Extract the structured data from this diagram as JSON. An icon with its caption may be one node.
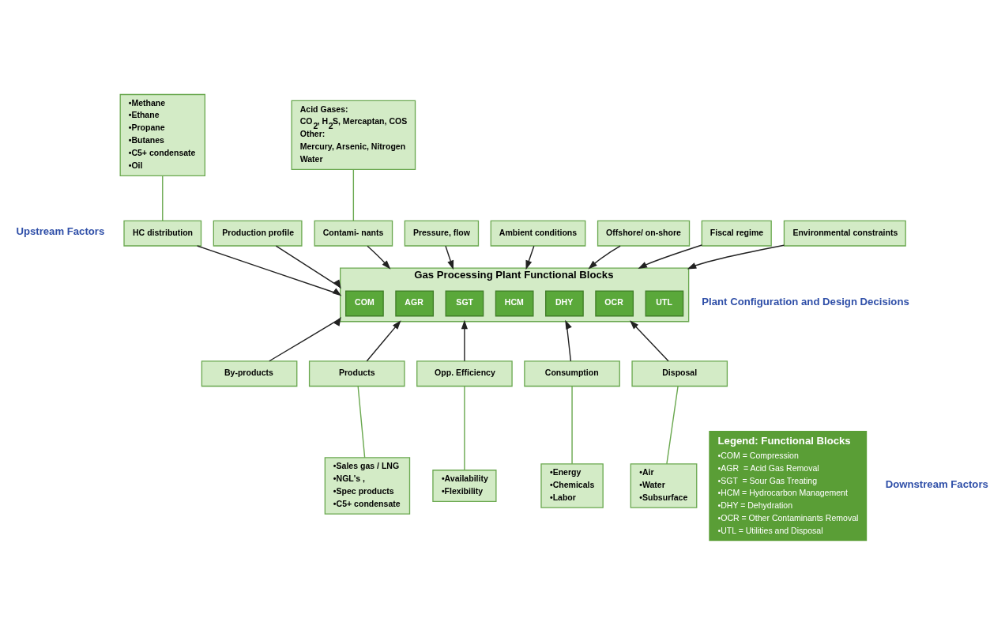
{
  "diagram": {
    "nodes": [
      {
        "text": [
          "•Methane",
          "•Ethane",
          "•Propane",
          "•Butanes",
          "•C5+ condensate",
          "•Oil"
        ]
      },
      {
        "text": [
          "Acid Gases:",
          "CO$_{2}$, H$_{2}$S, Mercaptan, COS",
          "Other:",
          "Mercury, Arsenic, Nitrogen",
          "Water"
        ]
      },
      {
        "text": [
          "HC distribution"
        ]
      },
      {
        "text": [
          "Production profile"
        ]
      },
      {
        "text": [
          "Contami- nants"
        ]
      },
      {
        "text": [
          "Pressure, flow"
        ]
      },
      {
        "text": [
          "Ambient conditions"
        ]
      },
      {
        "text": [
          "Offshore/ on-shore"
        ]
      },
      {
        "text": [
          "Fiscal regime"
        ]
      },
      {
        "text": [
          "Environmental constraints"
        ]
      },
      {
        "text": [
          "Gas Processing Plant Functional Blocks"
        ]
      },
      {
        "text": [
          "COM"
        ],
        "in": 10
      },
      {
        "text": [
          "AGR"
        ],
        "in": 10
      },
      {
        "text": [
          "SGT"
        ],
        "in": 10
      },
      {
        "text": [
          "HCM"
        ],
        "in": 10
      },
      {
        "text": [
          "DHY"
        ],
        "in": 10
      },
      {
        "text": [
          "OCR"
        ],
        "in": 10
      },
      {
        "text": [
          "UTL"
        ],
        "in": 10
      },
      {
        "text": [
          "By-products"
        ]
      },
      {
        "text": [
          "Products"
        ]
      },
      {
        "text": [
          "Opp. Efficiency"
        ]
      },
      {
        "text": [
          "Consumption"
        ]
      },
      {
        "text": [
          "Disposal"
        ]
      },
      {
        "text": [
          "•Sales gas / LNG",
          "•NGL's ,",
          "•Spec products",
          "•C5+ condensate"
        ]
      },
      {
        "text": [
          "•Availability",
          "•Flexibility"
        ]
      },
      {
        "text": [
          "•Energy",
          "•Chemicals",
          "•Labor"
        ]
      },
      {
        "text": [
          "•Air",
          "•Water",
          "•Subsurface"
        ]
      },
      {
        "text": [
          "Legend: Functional Blocks",
          "•COM = Compression",
          "•AGR  = Acid Gas Removal",
          "•SGT  = Sour Gas Treating",
          "•HCM = Hydrocarbon Management",
          "•DHY = Dehydration",
          "•OCR = Other Contaminants Removal",
          "•UTL = Utilities and Disposal"
        ]
      }
    ],
    "edges": [
      {
        "from": 2,
        "to": 0,
        "arrow": "none",
        "color": "#6aa84f"
      },
      {
        "from": 4,
        "to": 1,
        "arrow": "none",
        "color": "#6aa84f"
      },
      {
        "from": 2,
        "to": 10,
        "arrow": "to"
      },
      {
        "from": 3,
        "to": 10,
        "arrow": "to"
      },
      {
        "from": 4,
        "to": 10,
        "arrow": "to"
      },
      {
        "from": 5,
        "to": 10,
        "arrow": "to"
      },
      {
        "from": 6,
        "to": 10,
        "arrow": "to"
      },
      {
        "from": 7,
        "to": 10,
        "arrow": "to"
      },
      {
        "from": 8,
        "to": 10,
        "arrow": "to"
      },
      {
        "from": 9,
        "to": 10,
        "arrow": "to"
      },
      {
        "from": 18,
        "to": 10,
        "arrow": "to"
      },
      {
        "from": 19,
        "to": 10,
        "arrow": "to"
      },
      {
        "from": 20,
        "to": 10,
        "arrow": "to"
      },
      {
        "from": 21,
        "to": 10,
        "arrow": "to"
      },
      {
        "from": 22,
        "to": 10,
        "arrow": "to"
      },
      {
        "from": 19,
        "to": 23,
        "arrow": "none",
        "color": "#6aa84f"
      },
      {
        "from": 20,
        "to": 24,
        "arrow": "none",
        "color": "#6aa84f"
      },
      {
        "from": 21,
        "to": 25,
        "arrow": "none",
        "color": "#6aa84f"
      },
      {
        "from": 22,
        "to": 26,
        "arrow": "none",
        "color": "#6aa84f"
      }
    ],
    "labels": [
      "Upstream Factors",
      "Plant Configuration and Design Decisions",
      "Downstream Factors"
    ]
  }
}
